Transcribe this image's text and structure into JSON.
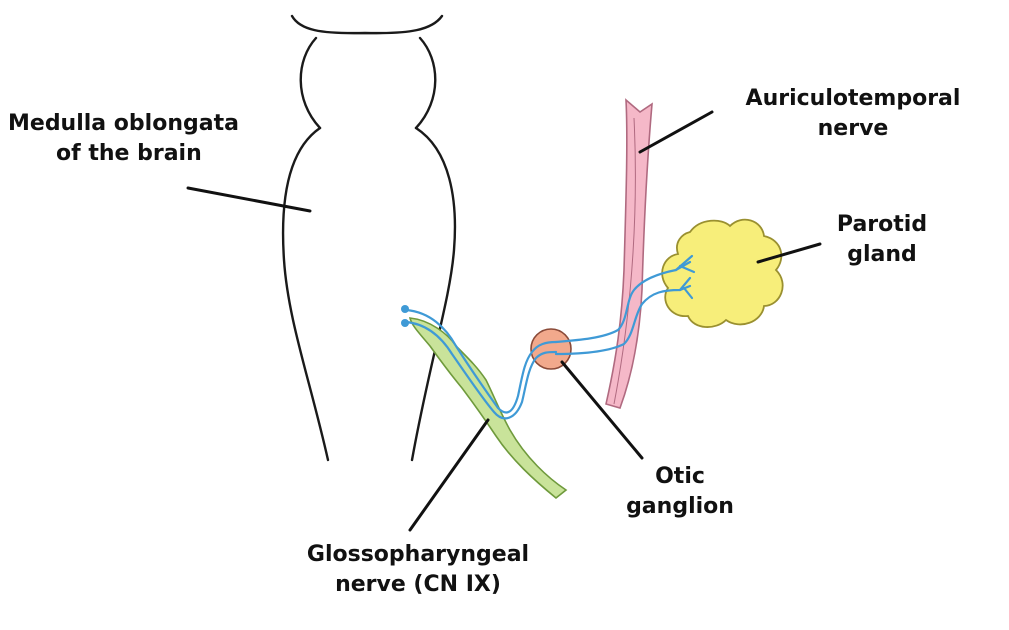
{
  "labels": {
    "medulla": [
      "Medulla oblongata",
      "of the brain"
    ],
    "auriculotemporal": [
      "Auriculotemporal",
      "nerve"
    ],
    "parotid": [
      "Parotid",
      "gland"
    ],
    "otic": [
      "Otic",
      "ganglion"
    ],
    "glossopharyngeal": [
      "Glossopharyngeal",
      "nerve (CN IX)"
    ]
  },
  "colors": {
    "outline": "#1a1a1a",
    "nerve_green": "#c9e39a",
    "nerve_green_stroke": "#6f9a3c",
    "pink_nerve": "#f5b8c8",
    "pink_stroke": "#b06a80",
    "ganglion": "#f2a98c",
    "parotid": "#f7ee7a",
    "parotid_stroke": "#9a9030",
    "fiber_blue": "#3f9ad6"
  }
}
